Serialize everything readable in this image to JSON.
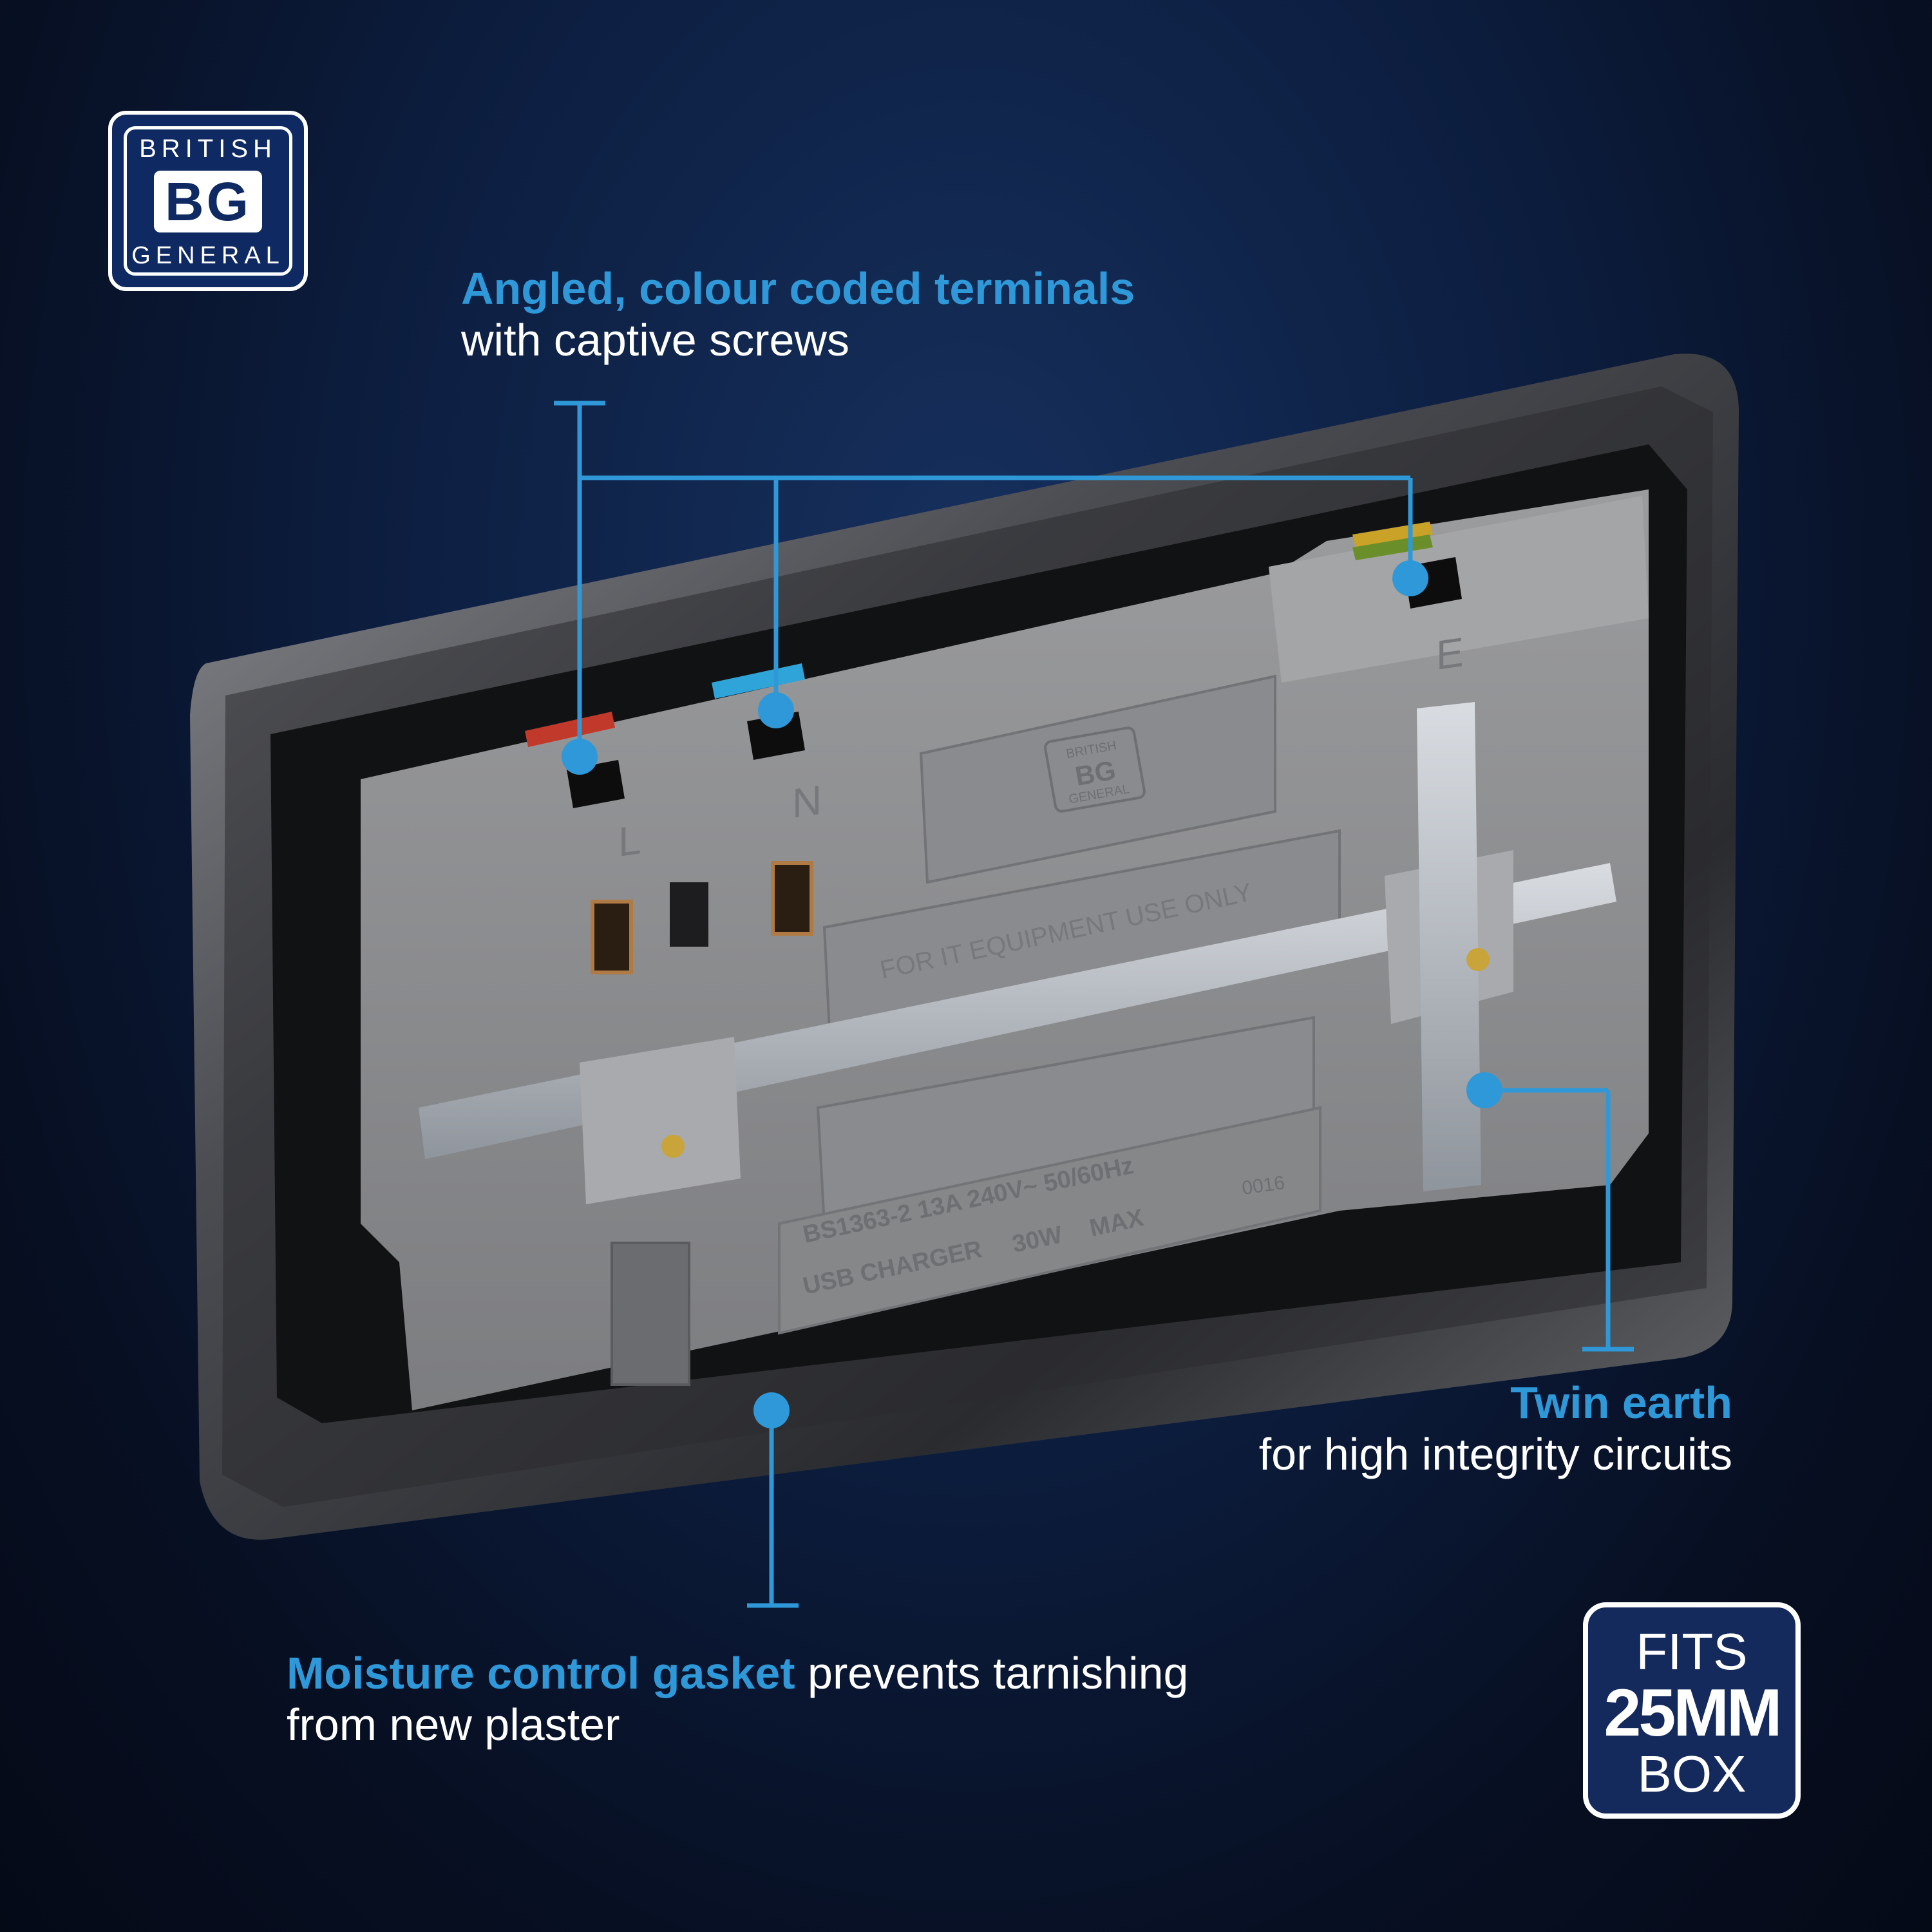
{
  "logo": {
    "top_text": "BRITISH",
    "mark": "BG",
    "bottom_text": "GENERAL"
  },
  "callouts": {
    "terminals": {
      "heading": "Angled, colour coded terminals",
      "sub": "with captive screws"
    },
    "earth": {
      "heading": "Twin earth",
      "sub": "for high integrity circuits"
    },
    "gasket": {
      "heading": "Moisture control gasket",
      "rest": " prevents tarnishing",
      "sub": "from new plaster"
    }
  },
  "badge": {
    "line1": "FITS",
    "line2": "25MM",
    "line3": "BOX"
  },
  "product": {
    "terminal_labels": [
      "L",
      "N",
      "E"
    ],
    "marking_it": "FOR IT EQUIPMENT USE ONLY",
    "rating": "BS1363-2  13A  240V~  50/60Hz",
    "usb": "USB CHARGER",
    "usb_power": "30W",
    "usb_max": "MAX",
    "code": "0016",
    "moulded_logo_top": "BRITISH",
    "moulded_logo_mark": "BG",
    "moulded_logo_bottom": "GENERAL"
  },
  "colors": {
    "accent": "#2f98d8",
    "live": "#c0392b",
    "neutral": "#2fa4d8",
    "earth": "#6a8f2a"
  }
}
